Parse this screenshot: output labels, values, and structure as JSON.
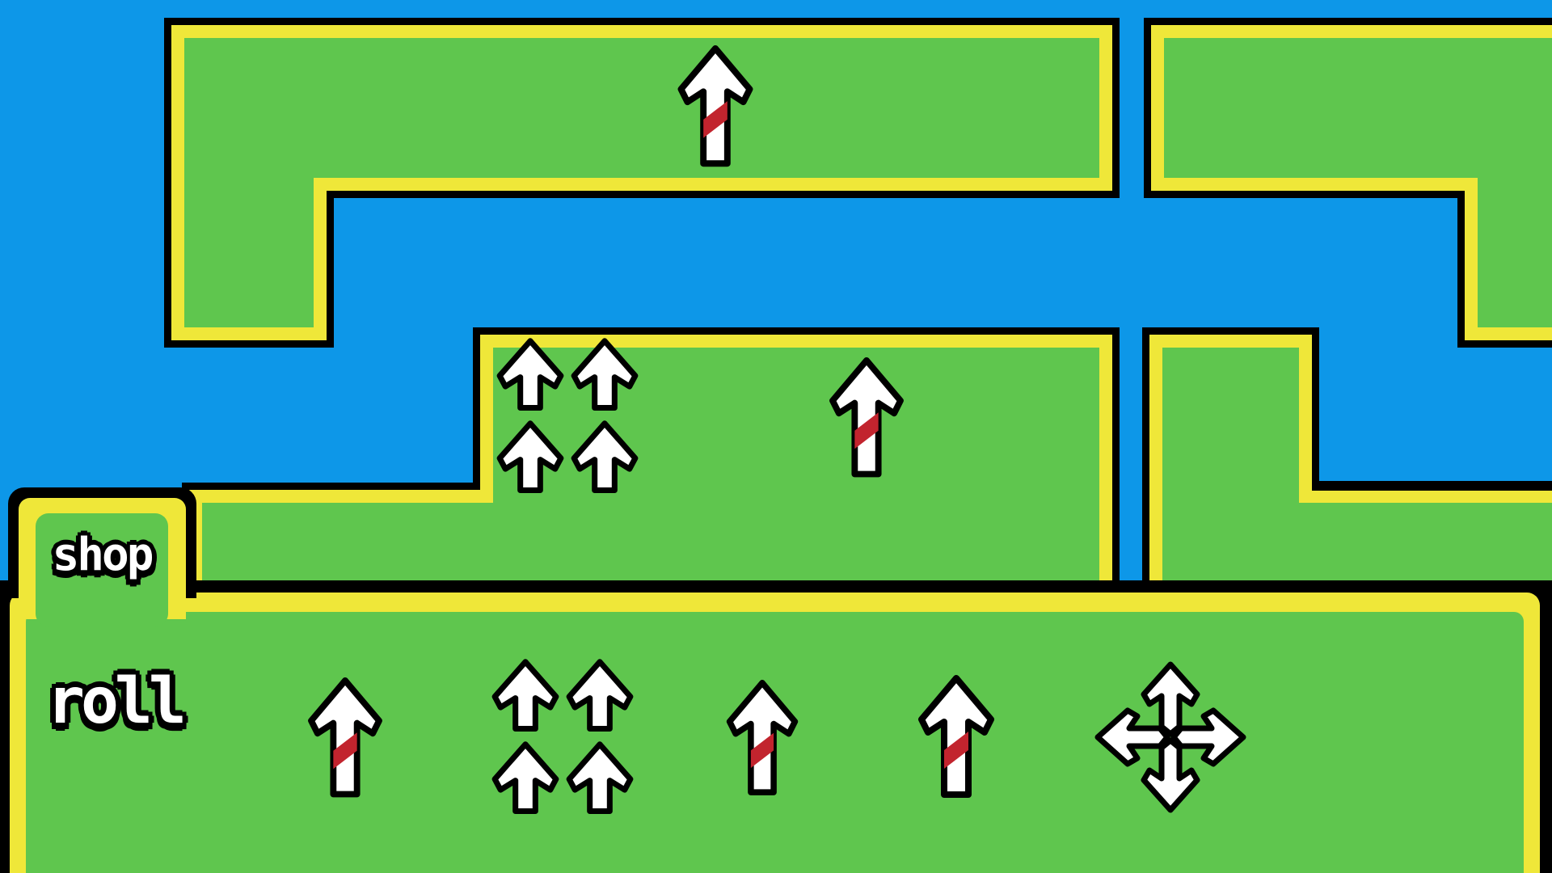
{
  "colors": {
    "water": "#0d97e8",
    "land": "#5fc64e",
    "land_border": "#efe739",
    "outline": "#000000",
    "arrow_fill": "#ffffff",
    "arrow_stripe": "#c2242e"
  },
  "shop": {
    "tab_label": "shop",
    "roll_label": "roll",
    "items": [
      {
        "id": "item-1",
        "icon": "up-arrow-striped-icon",
        "description": "single up arrow with red stripe"
      },
      {
        "id": "item-2",
        "icon": "quad-up-arrow-icon",
        "description": "four plain up arrows in 2x2 grid"
      },
      {
        "id": "item-3",
        "icon": "up-arrow-striped-icon",
        "description": "single up arrow with red stripe"
      },
      {
        "id": "item-4",
        "icon": "up-arrow-striped-icon",
        "description": "single up arrow with red stripe"
      },
      {
        "id": "item-5",
        "icon": "four-way-arrow-icon",
        "description": "four-directional arrow cross"
      }
    ]
  },
  "board": {
    "islands": [
      {
        "id": "island-top-left",
        "shape": "L",
        "pieces": [
          "up-arrow-striped"
        ]
      },
      {
        "id": "island-top-right",
        "shape": "mirrored-L",
        "pieces": []
      },
      {
        "id": "island-middle",
        "shape": "step-left",
        "pieces": [
          "quad-up-arrow",
          "up-arrow-striped"
        ]
      },
      {
        "id": "island-middle-right",
        "shape": "step-right",
        "pieces": []
      }
    ]
  }
}
